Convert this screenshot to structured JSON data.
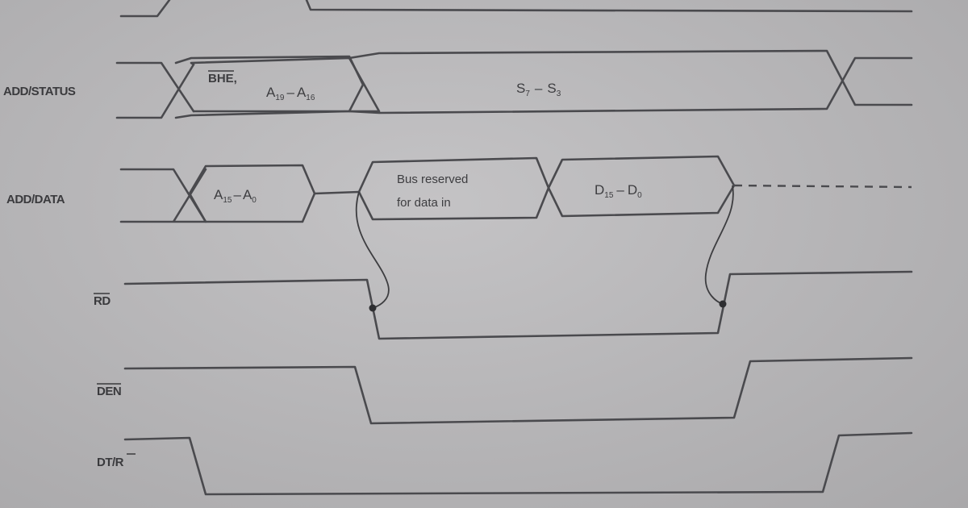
{
  "signals": [
    {
      "id": "add-status",
      "label": "ADD/STATUS"
    },
    {
      "id": "add-data",
      "label": "ADD/DATA"
    },
    {
      "id": "rd",
      "label": "RD"
    },
    {
      "id": "den",
      "label": "DEN"
    },
    {
      "id": "dtr",
      "label": "DT/R"
    }
  ],
  "segments": {
    "bhe": "BHE,",
    "a19": {
      "base": "A",
      "sub": "19"
    },
    "a16": {
      "base": "A",
      "sub": "16"
    },
    "s7": {
      "base": "S",
      "sub": "7"
    },
    "s3": {
      "base": "S",
      "sub": "3"
    },
    "a15": {
      "base": "A",
      "sub": "15"
    },
    "a0": {
      "base": "A",
      "sub": "0"
    },
    "bus_line1": "Bus reserved",
    "bus_line2": "for data in",
    "d15": {
      "base": "D",
      "sub": "15"
    },
    "d0": {
      "base": "D",
      "sub": "0"
    },
    "dash": "–"
  }
}
